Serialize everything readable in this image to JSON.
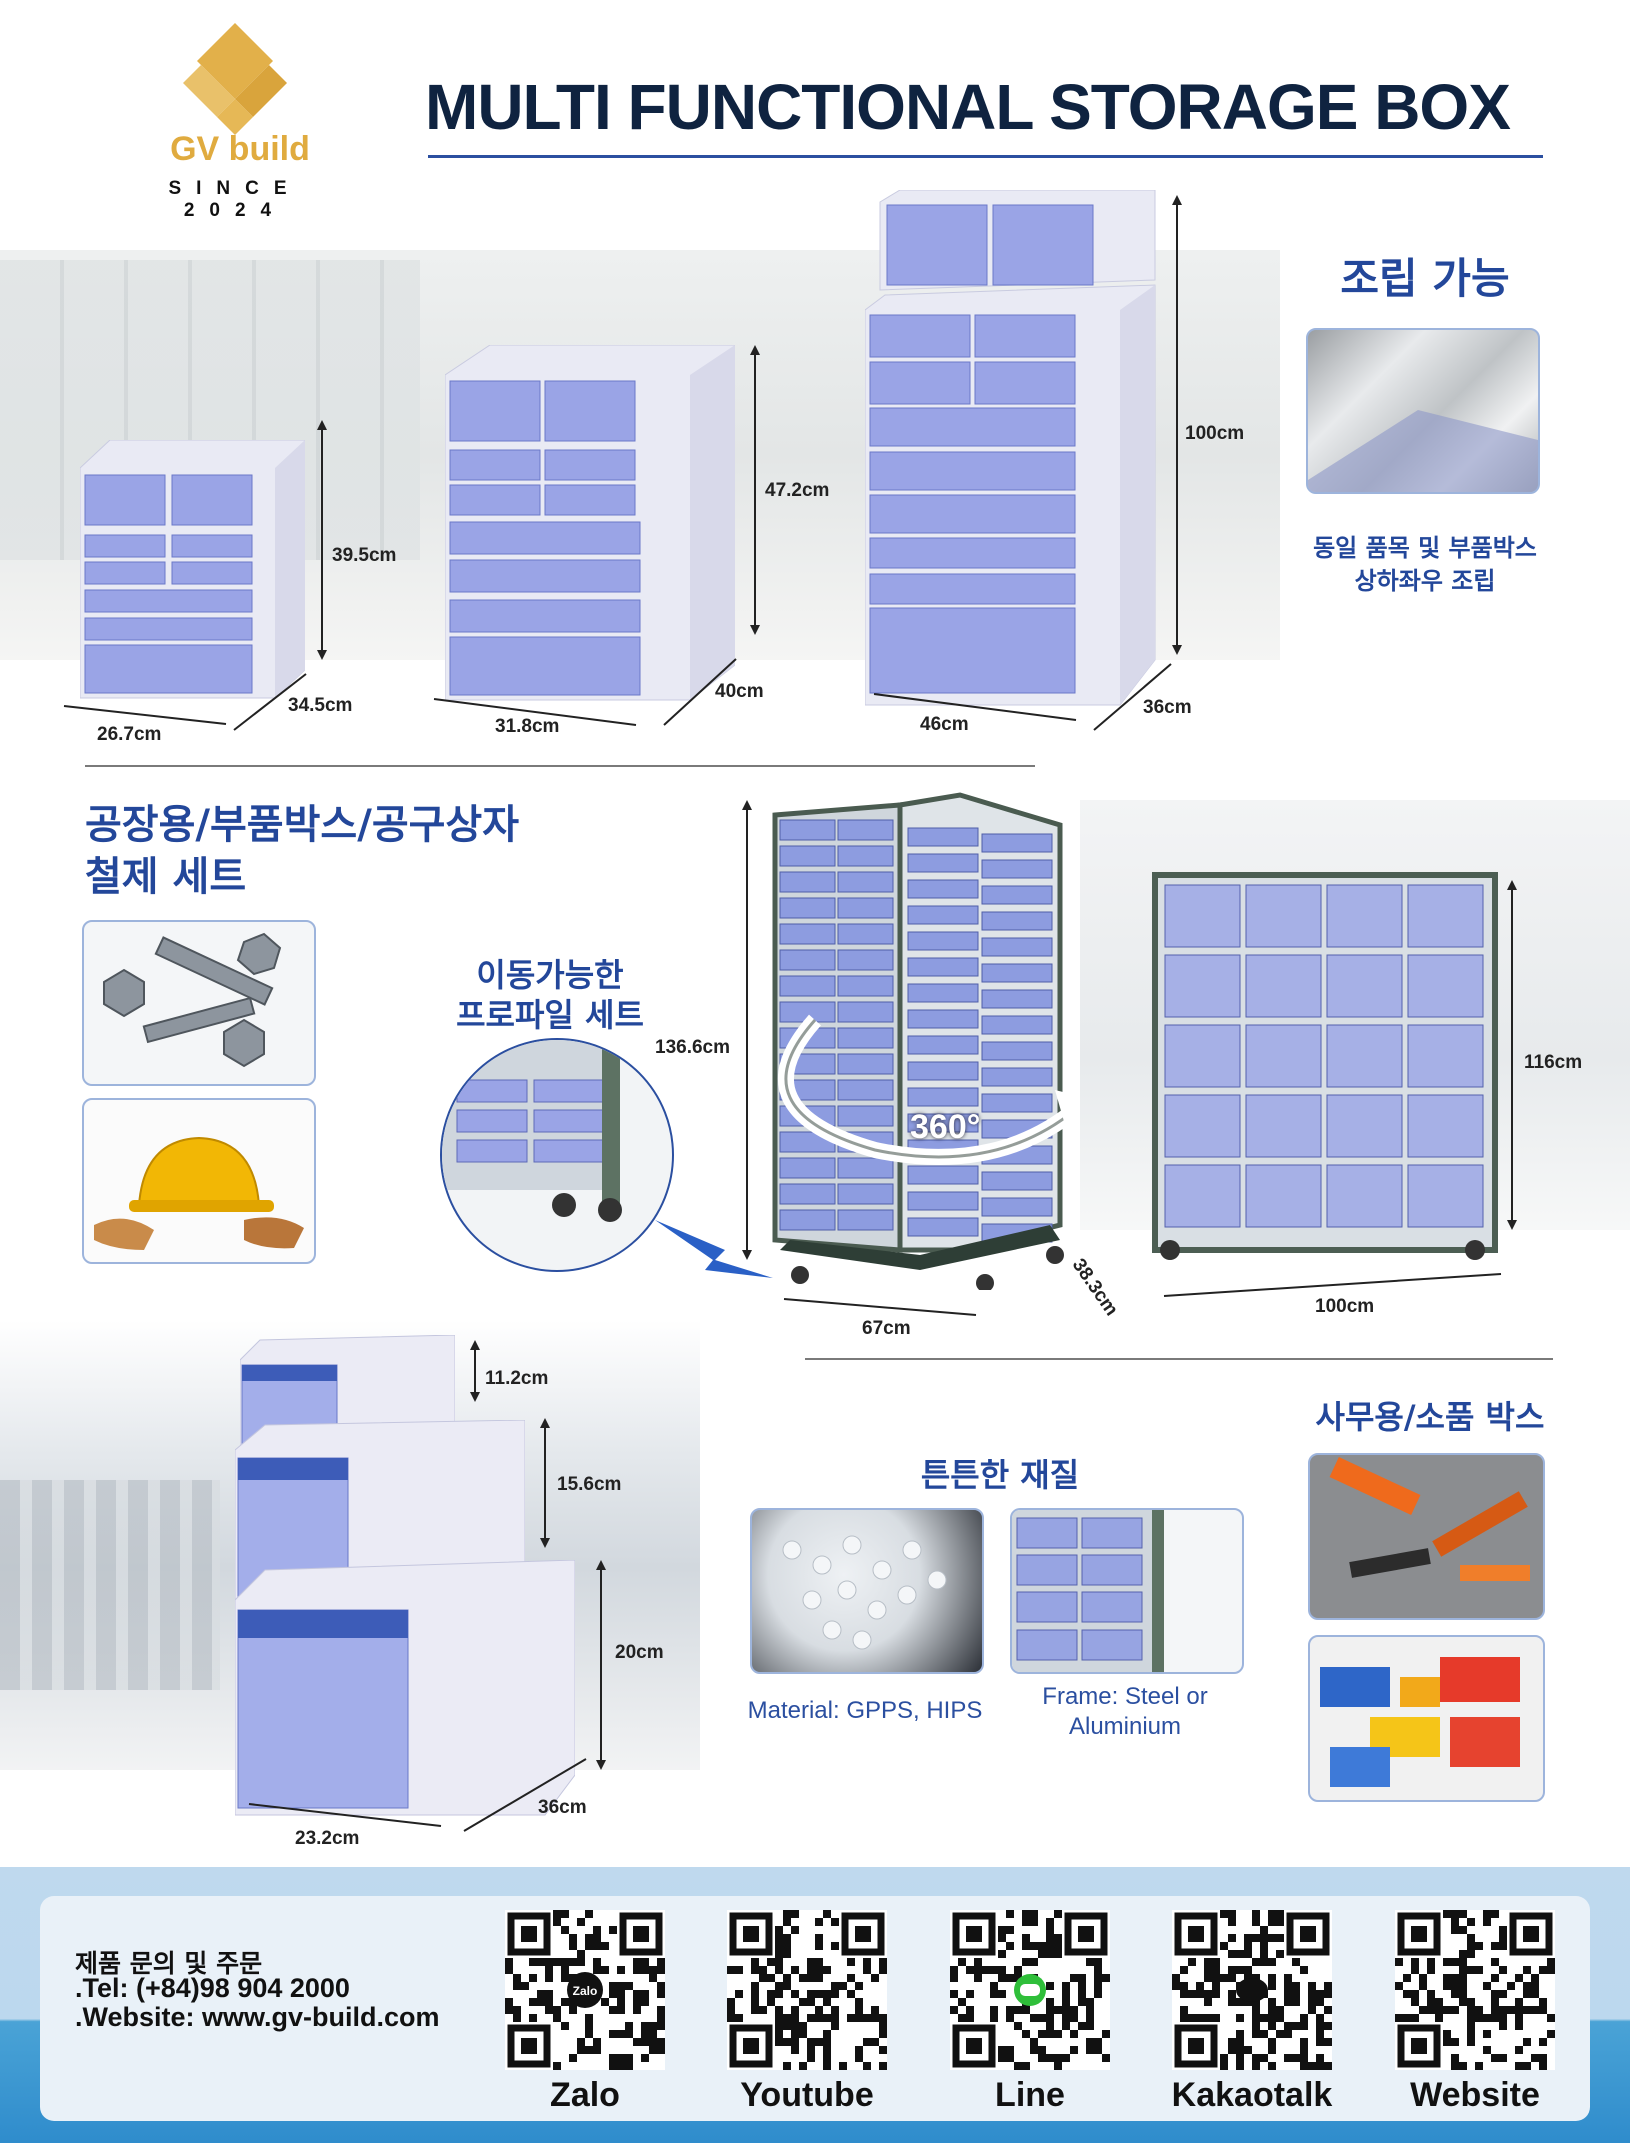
{
  "brand": {
    "name": "GV build",
    "tagline": "SINCE 2024",
    "colors": {
      "gold": "#e3b24a",
      "navy": "#0f2340",
      "blue": "#23479a"
    }
  },
  "header": {
    "title": "MULTI FUNCTIONAL STORAGE BOX"
  },
  "top_section": {
    "small_cabinet": {
      "height": "39.5cm",
      "depth": "34.5cm",
      "width": "26.7cm"
    },
    "medium_cabinet": {
      "height": "47.2cm",
      "depth": "40cm",
      "width": "31.8cm"
    },
    "large_cabinet": {
      "height": "100cm",
      "depth": "36cm",
      "width": "46cm"
    },
    "assembly": {
      "title": "조립 가능",
      "caption_line1": "동일 품목 및 부품박스",
      "caption_line2": "상하좌우 조립"
    }
  },
  "middle_section": {
    "title_line1": "공장용/부품박스/공구상자",
    "title_line2": "철제 세트",
    "mobile_set": {
      "line1": "이동가능한",
      "line2": "프로파일 세트"
    },
    "rotating_rack": {
      "height": "136.6cm",
      "width": "67cm",
      "rotation": "360°"
    },
    "wide_rack": {
      "height": "116cm",
      "depth": "38.3cm",
      "width": "100cm"
    }
  },
  "bottom_section": {
    "drawers": {
      "h1": "11.2cm",
      "h2": "15.6cm",
      "h3": "20cm",
      "depth": "36cm",
      "width": "23.2cm"
    },
    "material": {
      "title": "튼튼한 재질",
      "material_caption": "Material: GPPS, HIPS",
      "frame_caption_line1": "Frame: Steel or",
      "frame_caption_line2": "Aluminium"
    },
    "office": {
      "title": "사무용/소품 박스"
    }
  },
  "footer": {
    "contact_title": "제품 문의 및 주문",
    "tel": ".Tel: (+84)98 904 2000",
    "website": ".Website: www.gv-build.com",
    "qr_codes": [
      {
        "label": "Zalo",
        "center_icon": "zalo-logo-icon"
      },
      {
        "label": "Youtube",
        "center_icon": ""
      },
      {
        "label": "Line",
        "center_icon": "line-logo-icon"
      },
      {
        "label": "Kakaotalk",
        "center_icon": "kakaotalk-logo-icon"
      },
      {
        "label": "Website",
        "center_icon": ""
      }
    ]
  }
}
